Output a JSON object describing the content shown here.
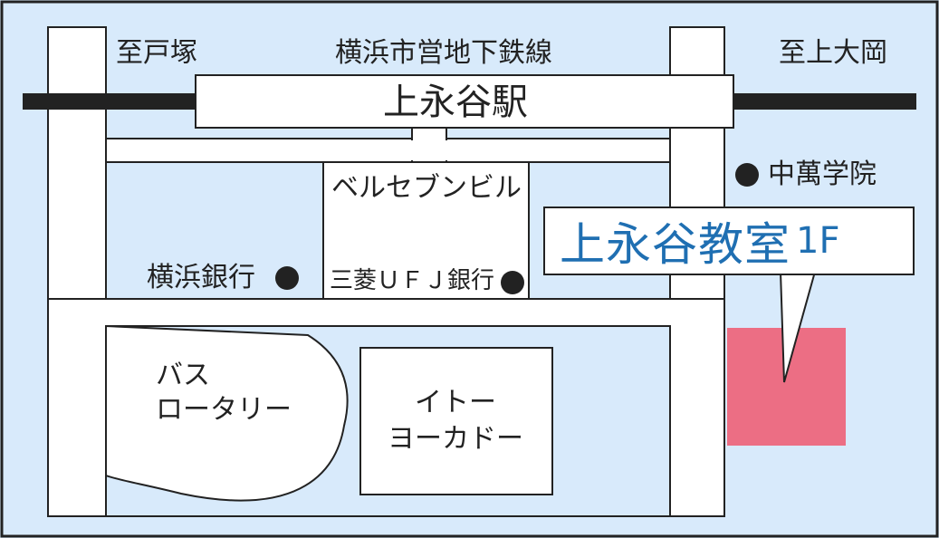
{
  "map": {
    "colors": {
      "background": "#d8eafb",
      "road": "#ffffff",
      "outline": "#222222",
      "rail": "#222222",
      "highlight": "#ec6e84",
      "accent_text": "#1f6fb2"
    },
    "rail_line": {
      "name": "横浜市営地下鉄線"
    },
    "directions": {
      "left": "至戸塚",
      "right": "至上大岡"
    },
    "station": {
      "name": "上永谷駅"
    },
    "buildings": {
      "bell_seven": "ベルセブンビル",
      "ito_yokado_line1": "イトー",
      "ito_yokado_line2": "ヨーカドー"
    },
    "bus": {
      "line1": "バス",
      "line2": "ロータリー"
    },
    "landmarks": {
      "yokohama_bank": "横浜銀行",
      "mufg_bank": "三菱ＵＦＪ銀行",
      "chuman_school": "中萬学院"
    },
    "destination": {
      "name": "上永谷教室",
      "floor": "1F"
    }
  }
}
